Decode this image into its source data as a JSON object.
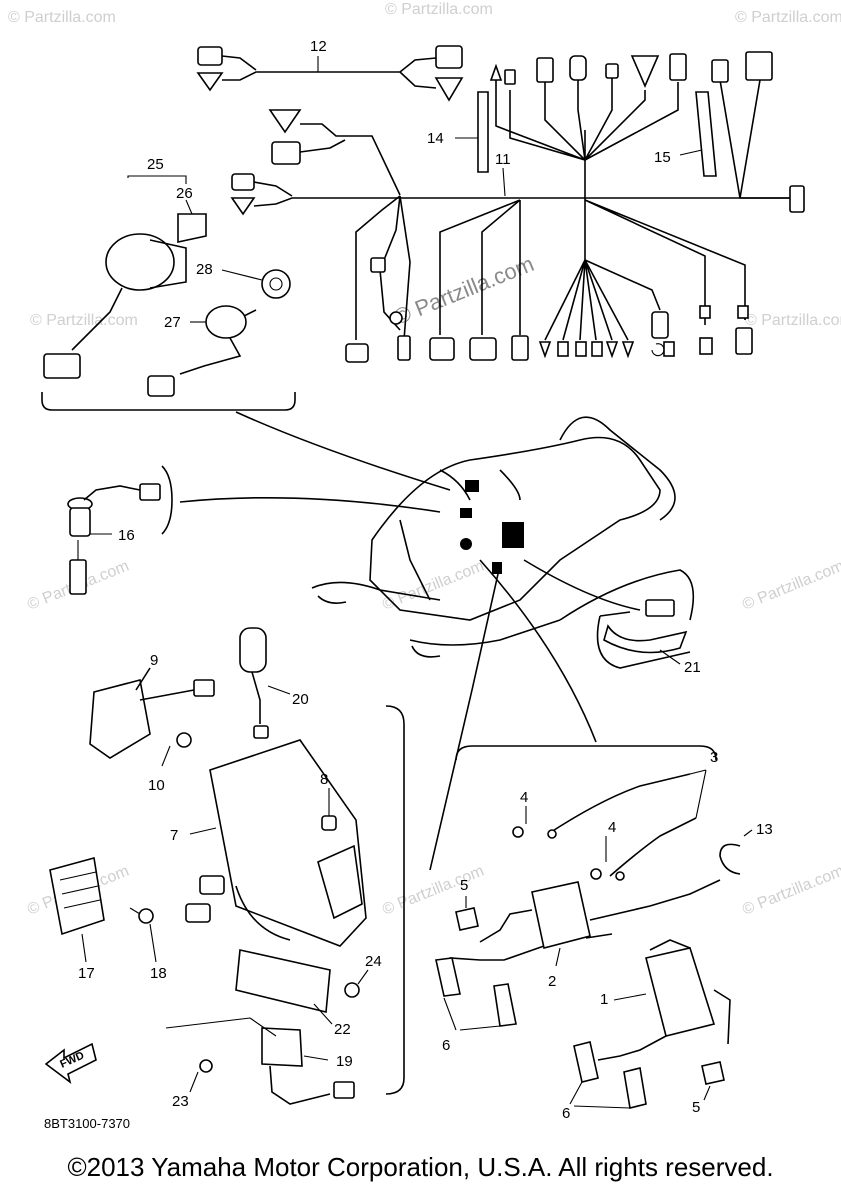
{
  "watermark": {
    "small": "© Partzilla.com",
    "center": "© Partzilla.com"
  },
  "callouts": {
    "c1": "1",
    "c2": "2",
    "c3": "3",
    "c4a": "4",
    "c4b": "4",
    "c5a": "5",
    "c5b": "5",
    "c6a": "6",
    "c6b": "6",
    "c7": "7",
    "c8": "8",
    "c9": "9",
    "c10": "10",
    "c11": "11",
    "c12": "12",
    "c13": "13",
    "c14": "14",
    "c15": "15",
    "c16": "16",
    "c17": "17",
    "c18": "18",
    "c19": "19",
    "c20": "20",
    "c21": "21",
    "c22": "22",
    "c23": "23",
    "c24": "24",
    "c25": "25",
    "c26": "26",
    "c27": "27",
    "c28": "28"
  },
  "fwd_label": "FWD",
  "drawing_code": "8BT3100-7370",
  "copyright": "©2013  Yamaha Motor Corporation, U.S.A. All rights reserved."
}
